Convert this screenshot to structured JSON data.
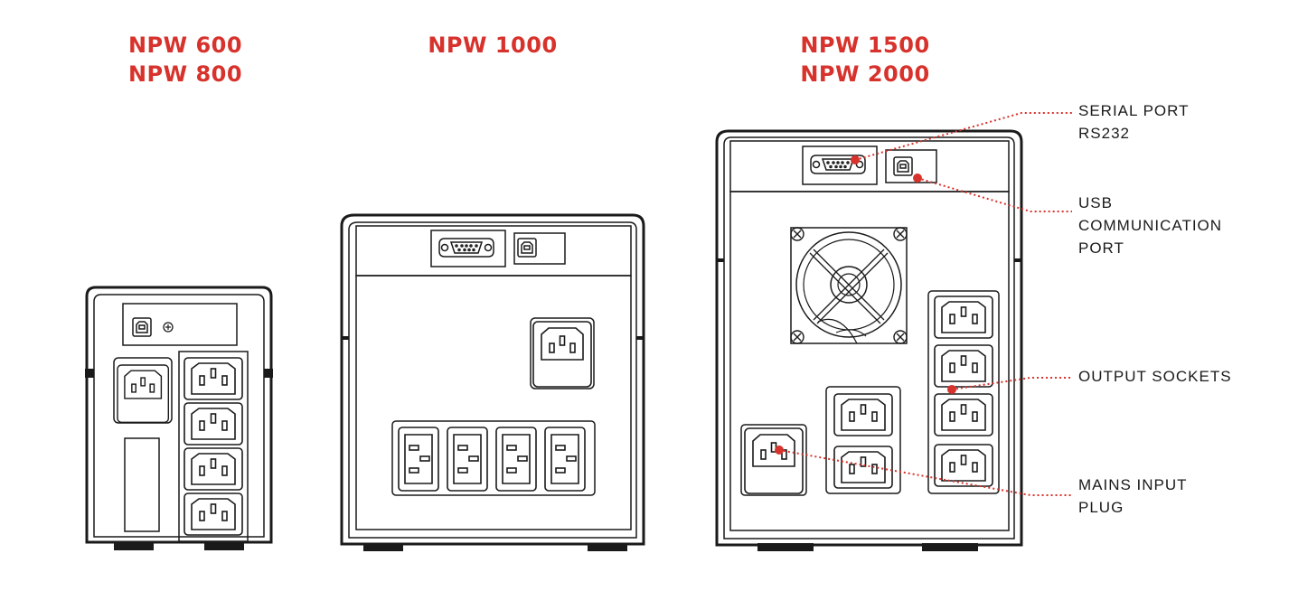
{
  "models": [
    {
      "lines": [
        "NPW 600",
        "NPW 800"
      ]
    },
    {
      "lines": [
        "NPW 1000"
      ]
    },
    {
      "lines": [
        "NPW 1500",
        "NPW 2000"
      ]
    }
  ],
  "callouts": [
    {
      "lines": [
        "SERIAL PORT",
        "RS232"
      ]
    },
    {
      "lines": [
        "USB",
        "COMMUNICATION",
        "PORT"
      ]
    },
    {
      "lines": [
        "OUTPUT SOCKETS"
      ]
    },
    {
      "lines": [
        "MAINS INPUT",
        "PLUG"
      ]
    }
  ],
  "colors": {
    "accent": "#d7322c",
    "line": "#1a1a1a"
  }
}
